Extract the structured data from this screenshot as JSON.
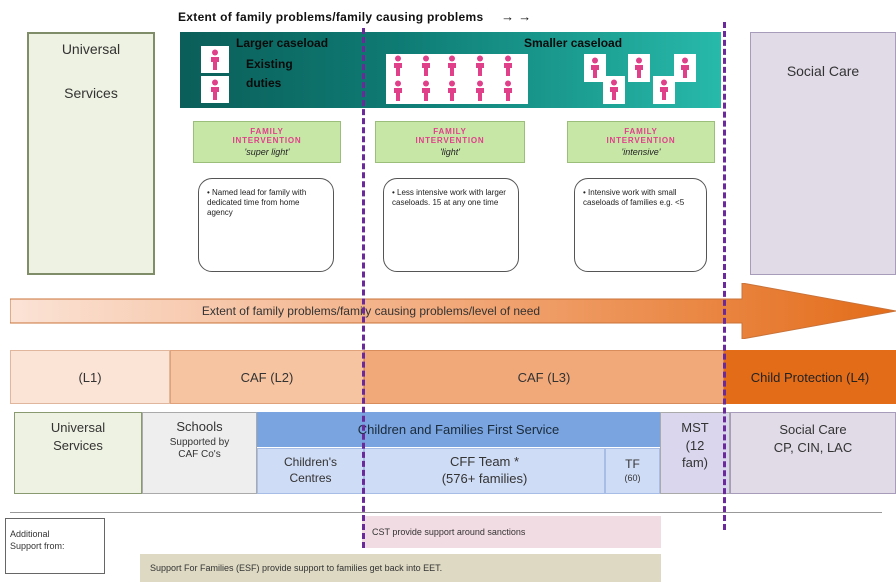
{
  "header": {
    "title": "Extent of family problems/family causing problems",
    "arrows": "→  →"
  },
  "left_column": {
    "label_line1": "Universal",
    "label_line2": "Services"
  },
  "right_column": {
    "label": "Social Care"
  },
  "caseload_panel": {
    "larger_label": "Larger caseload",
    "existing_line1": "Existing",
    "existing_line2": "duties",
    "smaller_label": "Smaller caseload",
    "person_icon": "person-icon"
  },
  "interventions": [
    {
      "heading_line1": "FAMILY",
      "heading_line2": "INTERVENTION",
      "subtitle": "'super light'",
      "note": "• Named lead for family with dedicated time from home agency"
    },
    {
      "heading_line1": "FAMILY",
      "heading_line2": "INTERVENTION",
      "subtitle": "'light'",
      "note": "• Less intensive work with larger caseloads. 15 at any one time"
    },
    {
      "heading_line1": "FAMILY",
      "heading_line2": "INTERVENTION",
      "subtitle": "'intensive'",
      "note": "• Intensive work with small caseloads of families e.g. <5"
    }
  ],
  "big_arrow": {
    "label": "Extent of family problems/family causing problems/level of need"
  },
  "levels": [
    {
      "label": "(L1)",
      "color": "#fbe3d6"
    },
    {
      "label": "CAF (L2)",
      "color": "#f6c4a1"
    },
    {
      "label": "CAF (L3)",
      "color": "#f2a97a"
    },
    {
      "label": "Child Protection (L4)",
      "color": "#e36c19"
    }
  ],
  "services": {
    "universal_line1": "Universal",
    "universal_line2": "Services",
    "schools_title": "Schools",
    "schools_sub_line1": "Supported by",
    "schools_sub_line2": "CAF Co's",
    "cff_title": "Children and Families First Service",
    "childrens_centres_line1": "Children's",
    "childrens_centres_line2": "Centres",
    "cff_team_line1": "CFF Team *",
    "cff_team_line2": "(576+ families)",
    "tf_line1": "TF",
    "tf_line2": "(60)",
    "mst_line1": "MST",
    "mst_line2": "(12",
    "mst_line3": "fam)",
    "social_care_line1": "Social Care",
    "social_care_line2": "CP, CIN, LAC"
  },
  "additional": {
    "label_line1": "Additional",
    "label_line2": "Support from:",
    "cst": "CST provide support around sanctions",
    "esf": "Support For Families (ESF) provide support to families get back into EET."
  },
  "colors": {
    "teal_dark": "#0b5e59",
    "teal_light": "#27b9aa",
    "person_pink": "#e0408a",
    "arrow_start": "#fbe3d6",
    "arrow_end": "#e36c19",
    "dash_purple": "#6b2a9a"
  }
}
